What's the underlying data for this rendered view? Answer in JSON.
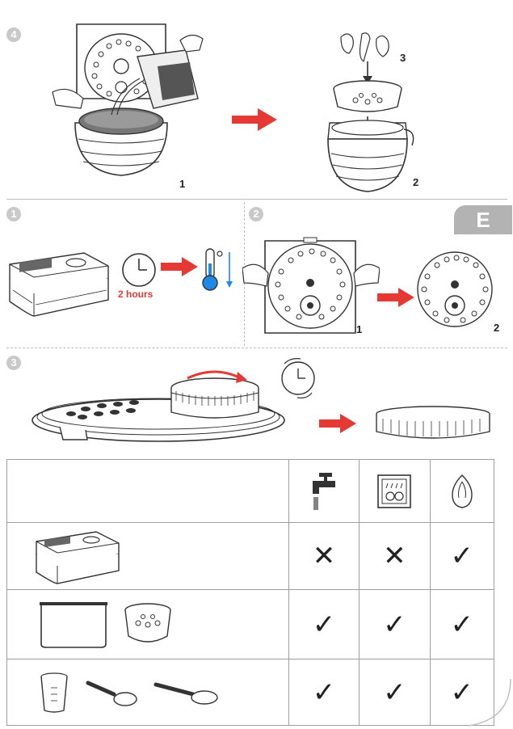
{
  "steps": {
    "step4_badge": "4",
    "step1_badge": "1",
    "step2_badge": "2",
    "step3_badge": "3"
  },
  "step4": {
    "fig_label_1": "1",
    "fig_label_2": "2",
    "fig_label_3": "3"
  },
  "step1": {
    "duration_label": "2 hours"
  },
  "step2": {
    "fig_label_1": "1",
    "fig_label_2": "2"
  },
  "language_tab": "E",
  "colors": {
    "accent_red": "#e53935",
    "thermo_blue": "#1e88e5",
    "badge_gray": "#c9c9c9",
    "tab_gray": "#b3b3b3"
  },
  "care_table": {
    "headers": [
      "",
      "tap-water-icon",
      "dishwasher-icon",
      "cloth-icon"
    ],
    "rows": [
      {
        "item": "cooker-body",
        "tap": "✕",
        "dishwasher": "✕",
        "cloth": "✓"
      },
      {
        "item": "inner-pot-and-steam-basket",
        "tap": "✓",
        "dishwasher": "✓",
        "cloth": "✓"
      },
      {
        "item": "cup-and-spoons",
        "tap": "✓",
        "dishwasher": "✓",
        "cloth": "✓"
      }
    ]
  }
}
